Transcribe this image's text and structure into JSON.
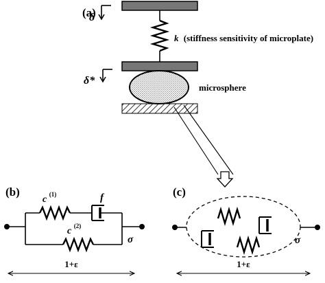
{
  "panel_a": {
    "label": "(a)",
    "delta": "δ",
    "delta_star": "δ*",
    "k_symbol": "k",
    "k_desc": "(stiffness sensitivity of microplate)",
    "sphere_label": "microsphere"
  },
  "panel_b": {
    "label": "(b)",
    "c1_base": "c",
    "c1_sup": "(1)",
    "c2_base": "c",
    "c2_sup": "(2)",
    "f": "f",
    "sigma": "σ",
    "strain": "1+ε"
  },
  "panel_c": {
    "label": "(c)",
    "sigma": "σ",
    "strain": "1+ε"
  }
}
